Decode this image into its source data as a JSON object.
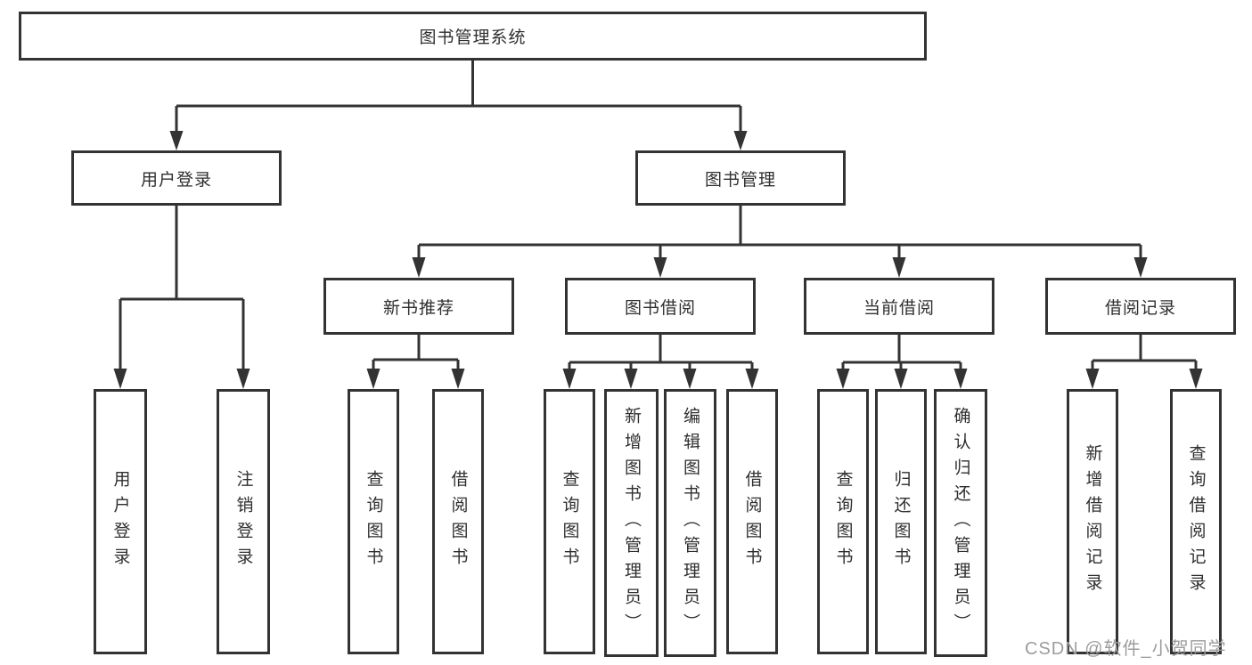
{
  "colors": {
    "line": "#333333",
    "text": "#2f2f2f",
    "box_background": "#ffffff",
    "watermark": "#9c9c9c",
    "page_background": "#ffffff"
  },
  "watermark": {
    "text": "CSDN @软件_小贺同学"
  },
  "tree": {
    "root": {
      "label": "图书管理系统"
    },
    "branches": [
      {
        "label": "用户登录",
        "children": [
          {
            "label": "用户登录"
          },
          {
            "label": "注销登录"
          }
        ]
      },
      {
        "label": "图书管理",
        "children": [
          {
            "label": "新书推荐",
            "children": [
              {
                "label": "查询图书"
              },
              {
                "label": "借阅图书"
              }
            ]
          },
          {
            "label": "图书借阅",
            "children": [
              {
                "label": "查询图书"
              },
              {
                "label": "新增图书（管理员）"
              },
              {
                "label": "编辑图书（管理员）"
              },
              {
                "label": "借阅图书"
              }
            ]
          },
          {
            "label": "当前借阅",
            "children": [
              {
                "label": "查询图书"
              },
              {
                "label": "归还图书"
              },
              {
                "label": "确认归还（管理员）"
              }
            ]
          },
          {
            "label": "借阅记录",
            "children": [
              {
                "label": "新增借阅记录"
              },
              {
                "label": "查询借阅记录"
              }
            ]
          }
        ]
      }
    ]
  }
}
